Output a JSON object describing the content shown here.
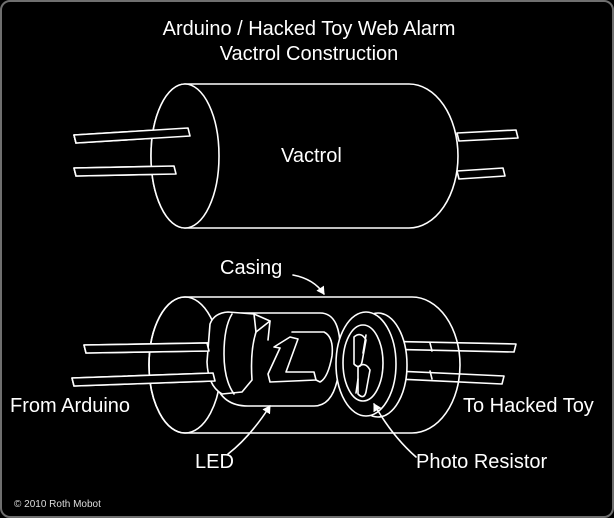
{
  "title": {
    "line1": "Arduino / Hacked Toy Web Alarm",
    "line2": "Vactrol Construction"
  },
  "labels": {
    "vactrol": "Vactrol",
    "casing": "Casing",
    "from": "From Arduino",
    "to": "To Hacked Toy",
    "led": "LED",
    "photo": "Photo Resistor"
  },
  "credit": "© 2010 Roth Mobot",
  "colors": {
    "background": "#000000",
    "line": "#ffffff",
    "frame": "#6f6f6f"
  }
}
